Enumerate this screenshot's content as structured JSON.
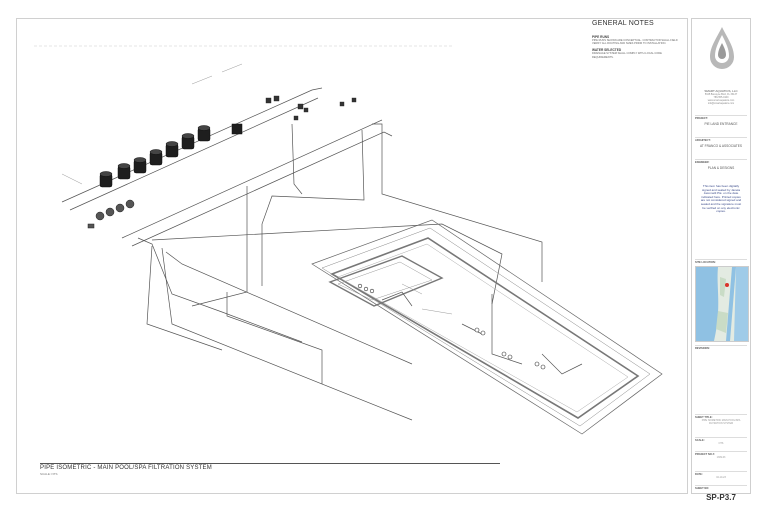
{
  "general_notes": {
    "title": "GENERAL NOTES",
    "section_pipe_runs": "PIPE RUNS",
    "pipe_runs_text": "PIPE RUNS SHOWN ARE CONCEPTUAL. CONTRACTOR SHALL FIELD VERIFY ALL ROUTING AND SIZES PRIOR TO INSTALLATION.",
    "section_water": "WATER SELECTED",
    "water_text": "DRAINAGE SYSTEM SHALL COMPLY WITH LOCAL CODE REQUIREMENTS."
  },
  "drawing_title": "PIPE ISOMETRIC - MAIN POOL/SPA FILTRATION SYSTEM",
  "drawing_scale": "SCALE: NTS",
  "title_block": {
    "company": "SMART AQUATICS, LLC",
    "company_lines": [
      "5345 Biscayne Blvd, FL 33137",
      "786-555-0100",
      "www.smart-aquatics.com",
      "info@smartaquatics.com"
    ],
    "project_label": "PROJECT:",
    "project_value": "PIE LAND ENTRANCE",
    "architect_label": "ARCHITECT:",
    "architect_value": "AT FRANCO & ASSOCIATES",
    "engineer_label": "ENGINEER:",
    "engineer_value": "PLAN & DESIGNS",
    "stamp_text": "This item has been digitally signed and sealed by Janela Jacomelli P.E. on the date indicated here. Printed copies are not considered signed and sealed and the signature must be verified on any electronic copies.",
    "site_label": "SITE LOCATION:",
    "revisions_label": "REVISIONS:",
    "sheet_title_label": "SHEET TITLE:",
    "sheet_title_value": "PIPE ISOMETRIC MAIN POOL/SPA FILTRATION SYSTEM",
    "scale_label": "SCALE:",
    "scale_value": "NTS",
    "project_no_label": "PROJECT NO #:",
    "project_no_value": "1309-03",
    "date_label": "DATE:",
    "date_value": "04-10-23",
    "sheet_no_label": "SHEET NO:",
    "sheet_no_value": "SP-P3.7"
  },
  "colors": {
    "line": "#555555",
    "pool_line": "#777777",
    "equipment": "#222222",
    "stamp": "#3a4a8a",
    "map_water": "#8fc1e3",
    "map_pin": "#d9342b"
  }
}
